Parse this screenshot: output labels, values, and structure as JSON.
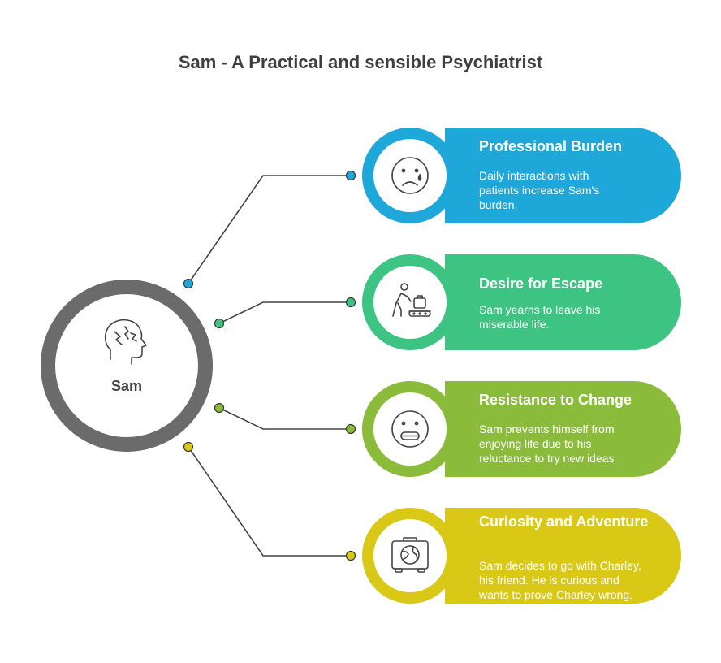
{
  "title": "Sam - A Practical and sensible Psychiatrist",
  "center": {
    "label": "Sam",
    "icon": "head-lightning-icon",
    "color": "#6b6b6b"
  },
  "items": [
    {
      "title": "Professional Burden",
      "lines": [
        "Daily interactions with",
        "patients increase Sam's",
        "burden."
      ],
      "icon": "sad-tear-face-icon",
      "color": "#1ea8d9"
    },
    {
      "title": "Desire for Escape",
      "lines": [
        "Sam yearns to leave his",
        "miserable life."
      ],
      "icon": "luggage-carousel-icon",
      "color": "#3ec482"
    },
    {
      "title": "Resistance to Change",
      "lines": [
        "Sam prevents himself from",
        "enjoying life due to his",
        "reluctance to try new ideas"
      ],
      "icon": "grimace-face-icon",
      "color": "#8bbb3a"
    },
    {
      "title": "Curiosity and Adventure",
      "lines": [
        "Sam decides to go with Charley,",
        "his friend. He is curious and",
        "wants to prove Charley wrong."
      ],
      "icon": "globe-suitcase-icon",
      "color": "#d9c815"
    }
  ]
}
